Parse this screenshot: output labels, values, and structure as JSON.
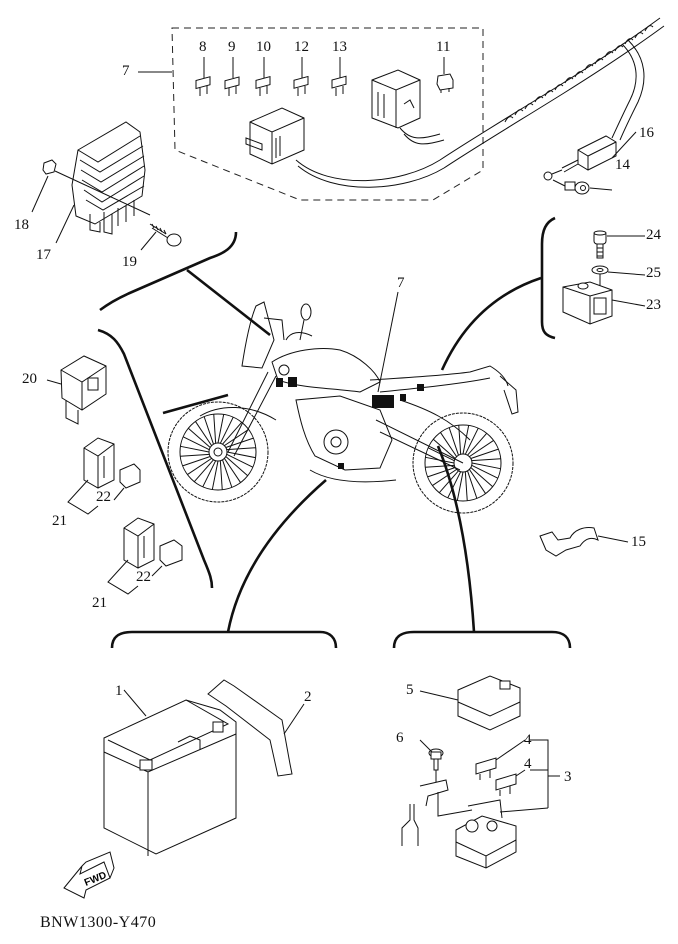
{
  "diagram": {
    "title": "Electrical parts diagram",
    "code": "BNW1300-Y470",
    "fwd_label": "FWD",
    "colors": {
      "ink": "#111111",
      "paper": "#ffffff"
    }
  },
  "labels": {
    "p1": "1",
    "p2": "2",
    "p3": "3",
    "p4a": "4",
    "p4b": "4",
    "p5": "5",
    "p6": "6",
    "p7": "7",
    "p7b": "7",
    "p8": "8",
    "p9": "9",
    "p10": "10",
    "p11": "11",
    "p12": "12",
    "p13": "13",
    "p14": "14",
    "p15": "15",
    "p16": "16",
    "p17": "17",
    "p18": "18",
    "p19": "19",
    "p20": "20",
    "p21a": "21",
    "p21b": "21",
    "p22a": "22",
    "p22b": "22",
    "p23": "23",
    "p24": "24",
    "p25": "25"
  },
  "parts": [
    {
      "ref": "1",
      "name": "battery"
    },
    {
      "ref": "2",
      "name": "battery-band"
    },
    {
      "ref": "3",
      "name": "starter-relay-assy"
    },
    {
      "ref": "4",
      "name": "fuse"
    },
    {
      "ref": "5",
      "name": "relay-cover"
    },
    {
      "ref": "6",
      "name": "bolt"
    },
    {
      "ref": "7",
      "name": "wire-harness-fuse-box"
    },
    {
      "ref": "8",
      "name": "fuse"
    },
    {
      "ref": "9",
      "name": "fuse"
    },
    {
      "ref": "10",
      "name": "fuse"
    },
    {
      "ref": "11",
      "name": "relay"
    },
    {
      "ref": "12",
      "name": "fuse"
    },
    {
      "ref": "13",
      "name": "fuse"
    },
    {
      "ref": "14",
      "name": "screw"
    },
    {
      "ref": "15",
      "name": "clamp"
    },
    {
      "ref": "16",
      "name": "lead"
    },
    {
      "ref": "17",
      "name": "rectifier-regulator"
    },
    {
      "ref": "18",
      "name": "nut"
    },
    {
      "ref": "19",
      "name": "bolt"
    },
    {
      "ref": "20",
      "name": "flasher-relay"
    },
    {
      "ref": "21",
      "name": "relay-assy"
    },
    {
      "ref": "22",
      "name": "cover"
    },
    {
      "ref": "23",
      "name": "socket"
    },
    {
      "ref": "24",
      "name": "screw"
    },
    {
      "ref": "25",
      "name": "washer"
    }
  ]
}
